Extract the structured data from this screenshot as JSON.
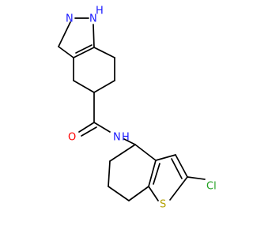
{
  "molecule": {
    "atoms": {
      "nh": "N",
      "nh_h": "H",
      "n2": "N",
      "o": "O",
      "amide_n": "N",
      "amide_h": "H",
      "s": "S",
      "cl": "Cl"
    }
  },
  "colors": {
    "nitrogen": "#1a1aff",
    "oxygen": "#ff0000",
    "sulfur": "#b3a100",
    "chlorine": "#1fa01f",
    "bond": "#000000"
  }
}
